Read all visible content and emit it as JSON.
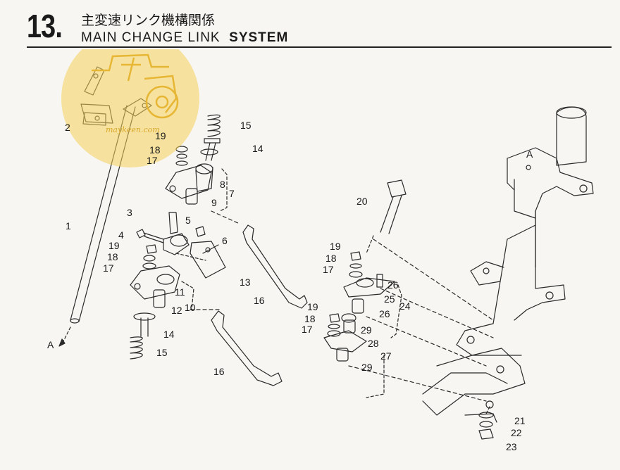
{
  "header": {
    "section_number": "13.",
    "title_jp": "主変速リンク機構関係",
    "title_en_light": "MAIN CHANGE LINK",
    "title_en_bold": "SYSTEM"
  },
  "watermark": {
    "text": "maykeen.com",
    "icon": "tractor-icon",
    "color": "#f5d25a"
  },
  "part_labels": [
    "1",
    "2",
    "3",
    "4",
    "5",
    "6",
    "7",
    "8",
    "9",
    "10",
    "11",
    "12",
    "13",
    "14",
    "14",
    "15",
    "15",
    "16",
    "16",
    "17",
    "17",
    "17",
    "17",
    "18",
    "18",
    "18",
    "18",
    "19",
    "19",
    "19",
    "19",
    "20",
    "21",
    "22",
    "23",
    "24",
    "25",
    "26",
    "26",
    "27",
    "28",
    "29",
    "29",
    "A",
    "A"
  ]
}
